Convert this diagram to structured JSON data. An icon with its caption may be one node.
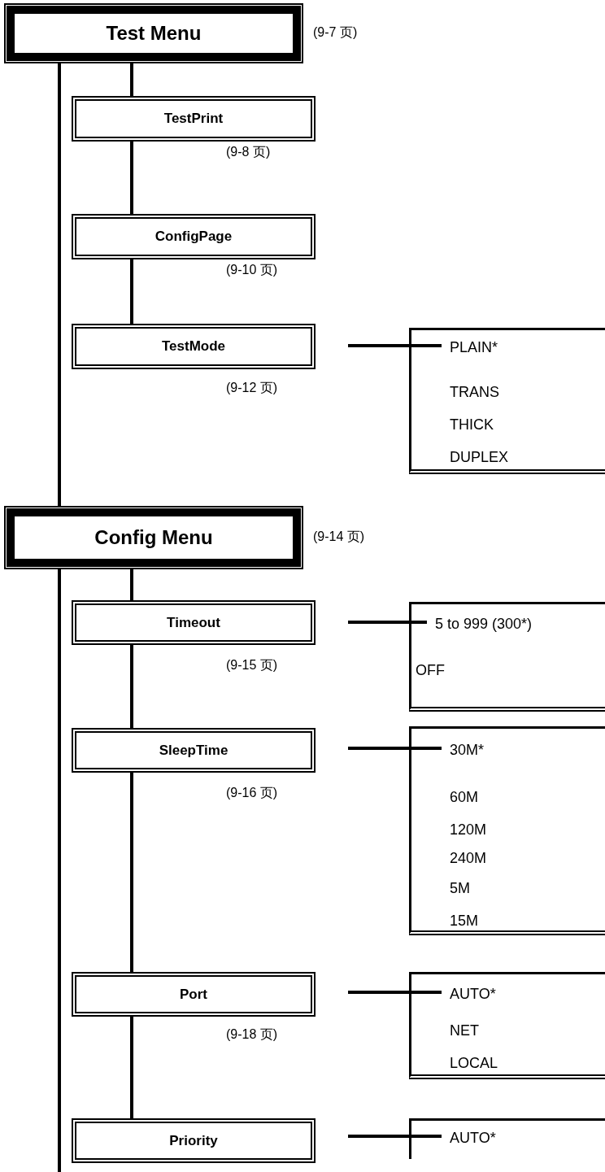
{
  "diagram": {
    "nodes": [
      {
        "text": [
          "Test Menu"
        ],
        "beside": [
          "(9-7 页)"
        ]
      },
      {
        "text": [
          "TestPrint"
        ],
        "beside": [
          "(9-8 页)"
        ]
      },
      {
        "text": [
          "ConfigPage"
        ],
        "beside": [
          "(9-10 页)"
        ]
      },
      {
        "text": [
          "TestMode"
        ],
        "beside": [
          "(9-12 页)"
        ]
      },
      {
        "text": [
          "PLAIN*",
          "TRANS",
          "THICK",
          "DUPLEX"
        ]
      },
      {
        "text": [
          "Config Menu"
        ],
        "beside": [
          "(9-14 页)"
        ]
      },
      {
        "text": [
          "Timeout"
        ],
        "beside": [
          "(9-15 页)"
        ]
      },
      {
        "text": [
          "5 to 999 (300*)",
          "OFF"
        ]
      },
      {
        "text": [
          "SleepTime"
        ],
        "beside": [
          "(9-16 页)"
        ]
      },
      {
        "text": [
          "30M*",
          "60M",
          "120M",
          "240M",
          "5M",
          "15M"
        ]
      },
      {
        "text": [
          "Port"
        ],
        "beside": [
          "(9-18 页)"
        ]
      },
      {
        "text": [
          "AUTO*",
          "NET",
          "LOCAL"
        ]
      },
      {
        "text": [
          "Priority"
        ]
      },
      {
        "text": [
          "AUTO*"
        ]
      }
    ],
    "edges": [
      {
        "from": 0,
        "to": 1,
        "arrow": "none"
      },
      {
        "from": 1,
        "to": 2,
        "arrow": "none"
      },
      {
        "from": 2,
        "to": 3,
        "arrow": "none"
      },
      {
        "from": 3,
        "to": 4,
        "arrow": "none"
      },
      {
        "from": 0,
        "to": 5,
        "arrow": "none"
      },
      {
        "from": 5,
        "to": 6,
        "arrow": "none"
      },
      {
        "from": 6,
        "to": 7,
        "arrow": "none"
      },
      {
        "from": 6,
        "to": 8,
        "arrow": "none"
      },
      {
        "from": 8,
        "to": 9,
        "arrow": "none"
      },
      {
        "from": 8,
        "to": 10,
        "arrow": "none"
      },
      {
        "from": 10,
        "to": 11,
        "arrow": "none"
      },
      {
        "from": 10,
        "to": 12,
        "arrow": "none"
      },
      {
        "from": 12,
        "to": 13,
        "arrow": "none"
      },
      {
        "from": 5,
        "to": null,
        "arrow": "none"
      }
    ]
  }
}
